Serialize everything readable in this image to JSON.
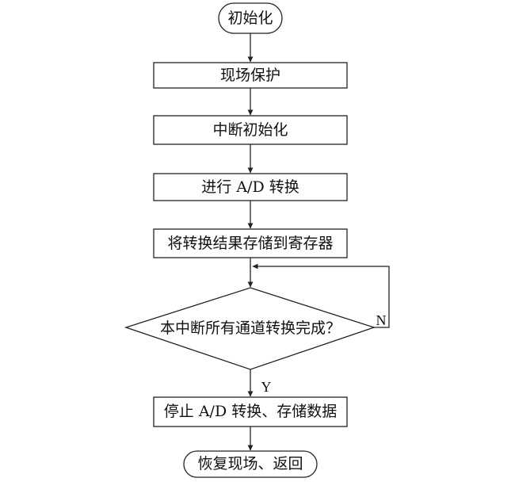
{
  "flowchart": {
    "nodes": [
      {
        "id": "init",
        "type": "terminal",
        "label": "初始化"
      },
      {
        "id": "save_context",
        "type": "process",
        "label": "现场保护"
      },
      {
        "id": "interrupt_init",
        "type": "process",
        "label": "中断初始化"
      },
      {
        "id": "ad_convert",
        "type": "process",
        "label": "进行 A/D 转换"
      },
      {
        "id": "store_result",
        "type": "process",
        "label": "将转换结果存储到寄存器"
      },
      {
        "id": "all_done",
        "type": "decision",
        "label": "本中断所有通道转换完成？"
      },
      {
        "id": "stop_store",
        "type": "process",
        "label": "停止 A/D 转换、存储数据"
      },
      {
        "id": "restore_return",
        "type": "terminal",
        "label": "恢复现场、返回"
      }
    ],
    "edges": [
      {
        "from": "init",
        "to": "save_context"
      },
      {
        "from": "save_context",
        "to": "interrupt_init"
      },
      {
        "from": "interrupt_init",
        "to": "ad_convert"
      },
      {
        "from": "ad_convert",
        "to": "store_result"
      },
      {
        "from": "store_result",
        "to": "all_done"
      },
      {
        "from": "all_done",
        "to": "stop_store",
        "label": "Y"
      },
      {
        "from": "all_done",
        "to": "all_done",
        "label": "N",
        "note": "loops back to decision input"
      },
      {
        "from": "stop_store",
        "to": "restore_return"
      }
    ]
  }
}
